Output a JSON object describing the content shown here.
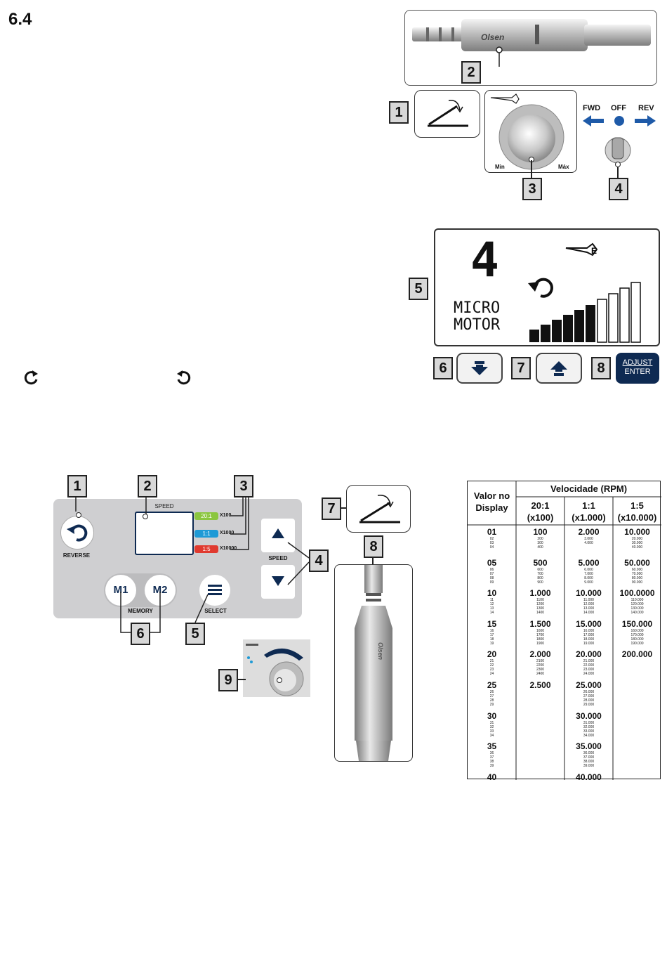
{
  "section": "6.4",
  "callouts": {
    "c1": "1",
    "c2": "2",
    "c3": "3",
    "c4": "4",
    "c5": "5",
    "c6": "6",
    "c7": "7",
    "c8": "8",
    "p1": "1",
    "p2": "2",
    "p3": "3",
    "p4": "4",
    "p5": "5",
    "p6": "6",
    "p7": "7",
    "p8": "8",
    "p9": "9"
  },
  "handpiece": {
    "brand": "Olsen"
  },
  "knob": {
    "min": "Min",
    "max": "Máx"
  },
  "switch": {
    "fwd": "FWD",
    "off": "OFF",
    "rev": "REV"
  },
  "display": {
    "number": "4",
    "line1": "MICRO",
    "line2": "MOTOR"
  },
  "adjust": {
    "line1": "ADJUST",
    "line2": "ENTER"
  },
  "panel": {
    "speed_title": "SPEED",
    "reverse": "REVERSE",
    "ratio_20": "20:1",
    "ratio_1": "1:1",
    "ratio_5": "1:5",
    "mult_100": "X100",
    "mult_1000": "X1000",
    "mult_10000": "X10000",
    "speed_label": "SPEED",
    "m1": "M1",
    "m2": "M2",
    "memory": "MEMORY",
    "select": "SELECT"
  },
  "colors": {
    "green": "#8bc63f",
    "blue": "#1e9ad6",
    "red": "#e03a2f",
    "navy": "#0e2a52"
  },
  "table": {
    "col0_head": [
      "Valor no",
      "Display"
    ],
    "group_head": "Velocidade (RPM)",
    "col1_head": [
      "20:1",
      "(x100)"
    ],
    "col2_head": [
      "1:1",
      "(x1.000)"
    ],
    "col3_head": [
      "1:5",
      "(x10.000)"
    ],
    "groups": [
      {
        "display": [
          "01",
          "02",
          "03",
          "04"
        ],
        "c1": [
          "100",
          "200",
          "300",
          "400"
        ],
        "c2": [
          "2.000",
          "3.000",
          "4.000"
        ],
        "c3": [
          "10.000",
          "20.000",
          "30.000",
          "40.000"
        ]
      },
      {
        "display": [
          "05",
          "06",
          "07",
          "08",
          "09"
        ],
        "c1": [
          "500",
          "600",
          "700",
          "800",
          "900"
        ],
        "c2": [
          "5.000",
          "6.000",
          "7.000",
          "8.000",
          "9.000"
        ],
        "c3": [
          "50.000",
          "60.000",
          "70.000",
          "80.000",
          "90.000"
        ]
      },
      {
        "display": [
          "10",
          "11",
          "12",
          "13",
          "14"
        ],
        "c1": [
          "1.000",
          "1100",
          "1200",
          "1300",
          "1400"
        ],
        "c2": [
          "10.000",
          "11.000",
          "12.000",
          "13.000",
          "14.000"
        ],
        "c3": [
          "100.0000",
          "110.000",
          "120.000",
          "130.000",
          "140.000"
        ]
      },
      {
        "display": [
          "15",
          "16",
          "17",
          "18",
          "19"
        ],
        "c1": [
          "1.500",
          "1600",
          "1700",
          "1800",
          "1900"
        ],
        "c2": [
          "15.000",
          "16.000",
          "17.000",
          "18.000",
          "19.000"
        ],
        "c3": [
          "150.000",
          "160.000",
          "170.000",
          "180.000",
          "190.000"
        ]
      },
      {
        "display": [
          "20",
          "21",
          "22",
          "23",
          "24"
        ],
        "c1": [
          "2.000",
          "2100",
          "2200",
          "2300",
          "2400"
        ],
        "c2": [
          "20.000",
          "21.000",
          "22.000",
          "23.000",
          "24.000"
        ],
        "c3": [
          "200.000"
        ]
      },
      {
        "display": [
          "25",
          "26",
          "27",
          "28",
          "29"
        ],
        "c1": [
          "2.500"
        ],
        "c2": [
          "25.000",
          "26.000",
          "27.000",
          "28.000",
          "29.000"
        ],
        "c3": []
      },
      {
        "display": [
          "30",
          "31",
          "32",
          "33",
          "34"
        ],
        "c1": [],
        "c2": [
          "30.000",
          "31.000",
          "32.000",
          "33.000",
          "34.000"
        ],
        "c3": []
      },
      {
        "display": [
          "35",
          "36",
          "37",
          "38",
          "39"
        ],
        "c1": [],
        "c2": [
          "35.000",
          "36.000",
          "37.000",
          "38.000",
          "39.000"
        ],
        "c3": []
      },
      {
        "display": [
          "40"
        ],
        "c1": [],
        "c2": [
          "40.000"
        ],
        "c3": []
      }
    ]
  }
}
